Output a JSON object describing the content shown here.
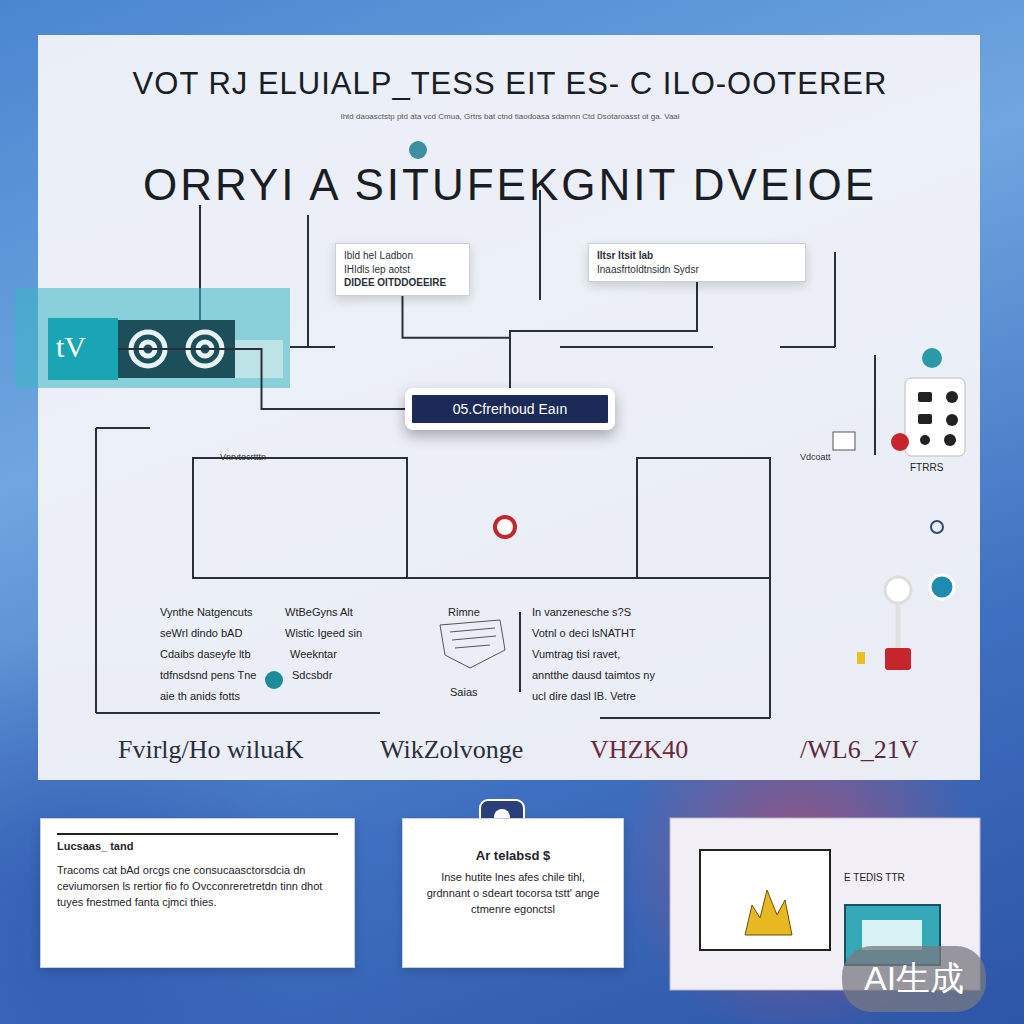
{
  "diagram": {
    "title": "VOT RJ ELUIALP_TESS EIT ES- C ILO-OOTERER",
    "nodes": [
      {
        "text": [
          "tV"
        ]
      },
      {
        "text": [
          "Ibld heI Ladbon",
          "IHIdls lep aotst",
          "DIDEE OITDDOEEIRE"
        ]
      },
      {
        "text": [
          "IItsr Itsit lab",
          "Inaasfrtoldtnsidn Sydsr"
        ]
      },
      {
        "text": [
          "05.Cfrerhoud Eaın"
        ]
      },
      {
        "text": [
          "Lucsaas_ tand",
          "Tracoms cat bAd orcgs cne consucaasctorsdcia dn ceviumorsen ls rertior fio fo Ovcconreretretdn tinn dhot tuyes fnestmed fanta cjmci thies."
        ]
      },
      {
        "text": [
          "Ar telabsd $",
          "Inse hutite lnes afes chile tihl, grdnnant o sdeart tocorsa tstt' ange ctmenre egonctsl"
        ]
      },
      {
        "text": [
          "E TEDIS TTR"
        ]
      }
    ],
    "edges": [
      {
        "from": 1,
        "to": 3,
        "arrow": "none"
      },
      {
        "from": 2,
        "to": 3,
        "arrow": "none"
      },
      {
        "from": 0,
        "to": 3,
        "arrow": "none"
      }
    ],
    "labels": [
      "ORRYI A SITUFEKGNIT DVEIOE",
      "Ihtd daoasctstp ptd ata vcd Cmua, Grtrs bat ctnd tiaodoasa sdamnn Ctd Dsotaroasst ot ga. Vaal",
      "Vnrvtocrtttn",
      "Vdcoatt",
      "FTRRS",
      "Vynthe Natgencuts",
      "seWrl dindo bAD",
      "Cdaibs daseyfe ltb",
      "tdfnsdsnd pens Tne",
      "aie th anids fotts",
      "WtBeGyns Alt",
      "Wistic Igeed sin",
      "Weekntar",
      "Sdcsbdr",
      "Rimne",
      "Saias",
      "In vanzenesche s?S",
      "Votnl o deci lsNATHT",
      "Vumtrag tisi ravet,",
      "anntthe dausd taimtos ny",
      "ucl dire dasl IB. Vetre",
      "Fvirlg/Ho wiluaK",
      "WikZolvonge",
      "VHZK40",
      "/WL6_21V",
      "AI生成"
    ]
  }
}
